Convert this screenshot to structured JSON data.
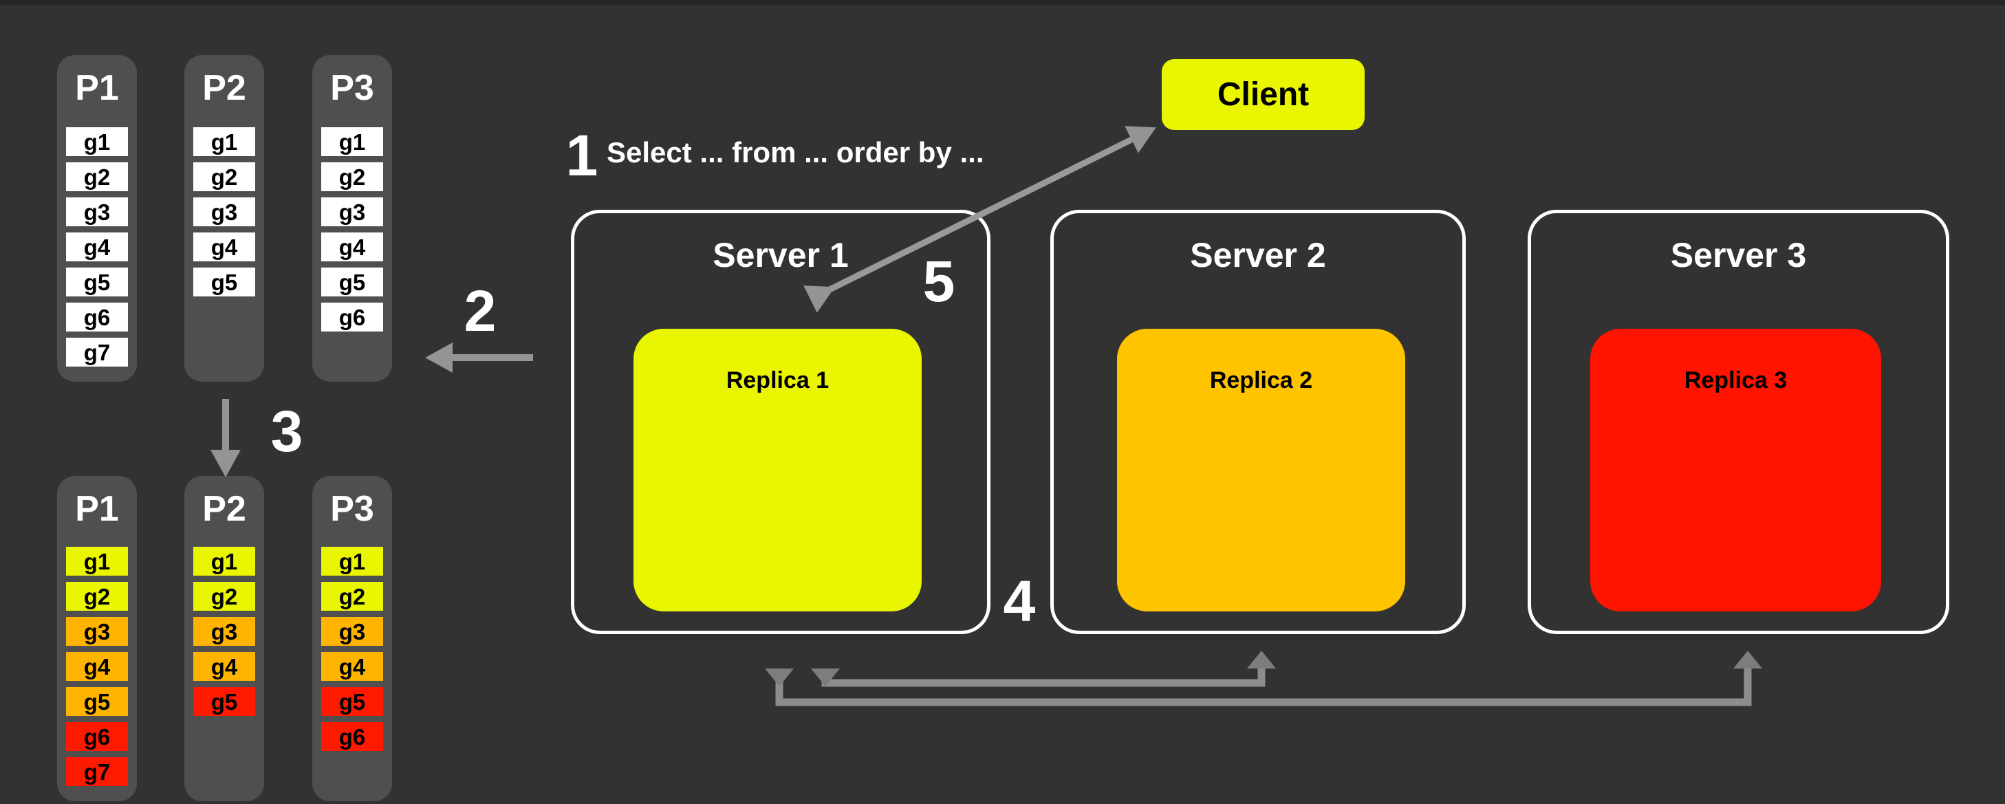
{
  "colors": {
    "background": "#323232",
    "top_strip": "#262626",
    "column_bg": "#4f4f4f",
    "cell_white": "#ffffff",
    "cell_yellow": "#eaf501",
    "cell_orange": "#ffb400",
    "cell_red": "#fe1901",
    "client_yellow": "#e9f501",
    "replica2_amber": "#ffc400",
    "replica3_red": "#fe1400",
    "server_border": "#ffffff",
    "arrow_gray": "#949494",
    "connector_gray": "#8d8d8d",
    "connector_head_gray": "#7d7d7d",
    "text_light": "#ffffff",
    "text_dark": "#000000"
  },
  "partitions_before": [
    {
      "label": "P1",
      "cells": [
        {
          "label": "g1",
          "color": "white"
        },
        {
          "label": "g2",
          "color": "white"
        },
        {
          "label": "g3",
          "color": "white"
        },
        {
          "label": "g4",
          "color": "white"
        },
        {
          "label": "g5",
          "color": "white"
        },
        {
          "label": "g6",
          "color": "white"
        },
        {
          "label": "g7",
          "color": "white"
        }
      ]
    },
    {
      "label": "P2",
      "cells": [
        {
          "label": "g1",
          "color": "white"
        },
        {
          "label": "g2",
          "color": "white"
        },
        {
          "label": "g3",
          "color": "white"
        },
        {
          "label": "g4",
          "color": "white"
        },
        {
          "label": "g5",
          "color": "white"
        }
      ]
    },
    {
      "label": "P3",
      "cells": [
        {
          "label": "g1",
          "color": "white"
        },
        {
          "label": "g2",
          "color": "white"
        },
        {
          "label": "g3",
          "color": "white"
        },
        {
          "label": "g4",
          "color": "white"
        },
        {
          "label": "g5",
          "color": "white"
        },
        {
          "label": "g6",
          "color": "white"
        }
      ]
    }
  ],
  "partitions_after": [
    {
      "label": "P1",
      "cells": [
        {
          "label": "g1",
          "color": "yellow"
        },
        {
          "label": "g2",
          "color": "yellow"
        },
        {
          "label": "g3",
          "color": "orange"
        },
        {
          "label": "g4",
          "color": "orange"
        },
        {
          "label": "g5",
          "color": "orange"
        },
        {
          "label": "g6",
          "color": "red"
        },
        {
          "label": "g7",
          "color": "red"
        }
      ]
    },
    {
      "label": "P2",
      "cells": [
        {
          "label": "g1",
          "color": "yellow"
        },
        {
          "label": "g2",
          "color": "yellow"
        },
        {
          "label": "g3",
          "color": "orange"
        },
        {
          "label": "g4",
          "color": "orange"
        },
        {
          "label": "g5",
          "color": "red"
        }
      ]
    },
    {
      "label": "P3",
      "cells": [
        {
          "label": "g1",
          "color": "yellow"
        },
        {
          "label": "g2",
          "color": "yellow"
        },
        {
          "label": "g3",
          "color": "orange"
        },
        {
          "label": "g4",
          "color": "orange"
        },
        {
          "label": "g5",
          "color": "red"
        },
        {
          "label": "g6",
          "color": "red"
        }
      ]
    }
  ],
  "steps": {
    "step1_number": "1",
    "step1_text": "Select ... from ... order by ...",
    "step2_number": "2",
    "step3_number": "3",
    "step4_number": "4",
    "step5_number": "5"
  },
  "client": {
    "label": "Client"
  },
  "servers": [
    {
      "label": "Server 1",
      "replica_label": "Replica 1",
      "replica_color": "#e9f501"
    },
    {
      "label": "Server 2",
      "replica_label": "Replica 2",
      "replica_color": "#ffc400"
    },
    {
      "label": "Server 3",
      "replica_label": "Replica 3",
      "replica_color": "#fe1400"
    }
  ]
}
